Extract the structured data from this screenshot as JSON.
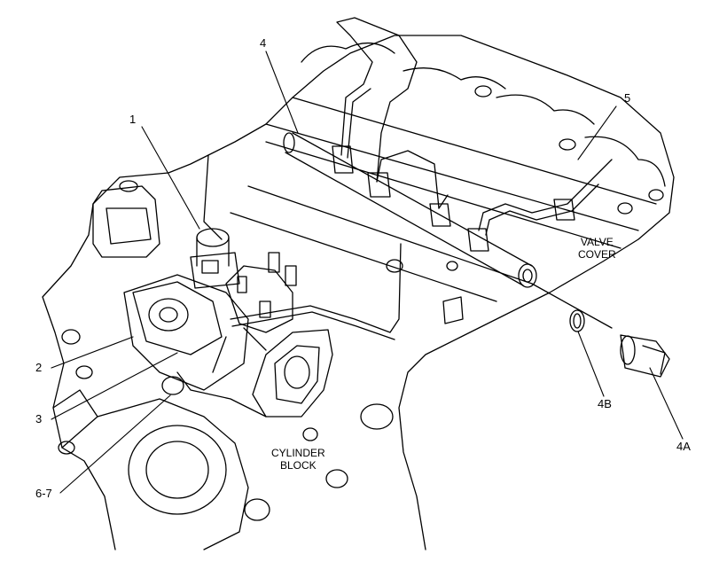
{
  "callouts": {
    "c1": "1",
    "c2": "2",
    "c3": "3",
    "c4": "4",
    "c4a": "4A",
    "c4b": "4B",
    "c5": "5",
    "c67": "6-7"
  },
  "notes": {
    "valve_cover": {
      "line1": "VALVE",
      "line2": "COVER"
    },
    "cylinder_block": {
      "line1": "CYLINDER",
      "line2": "BLOCK"
    }
  },
  "colors": {
    "ink": "#000000",
    "paper": "#ffffff"
  }
}
